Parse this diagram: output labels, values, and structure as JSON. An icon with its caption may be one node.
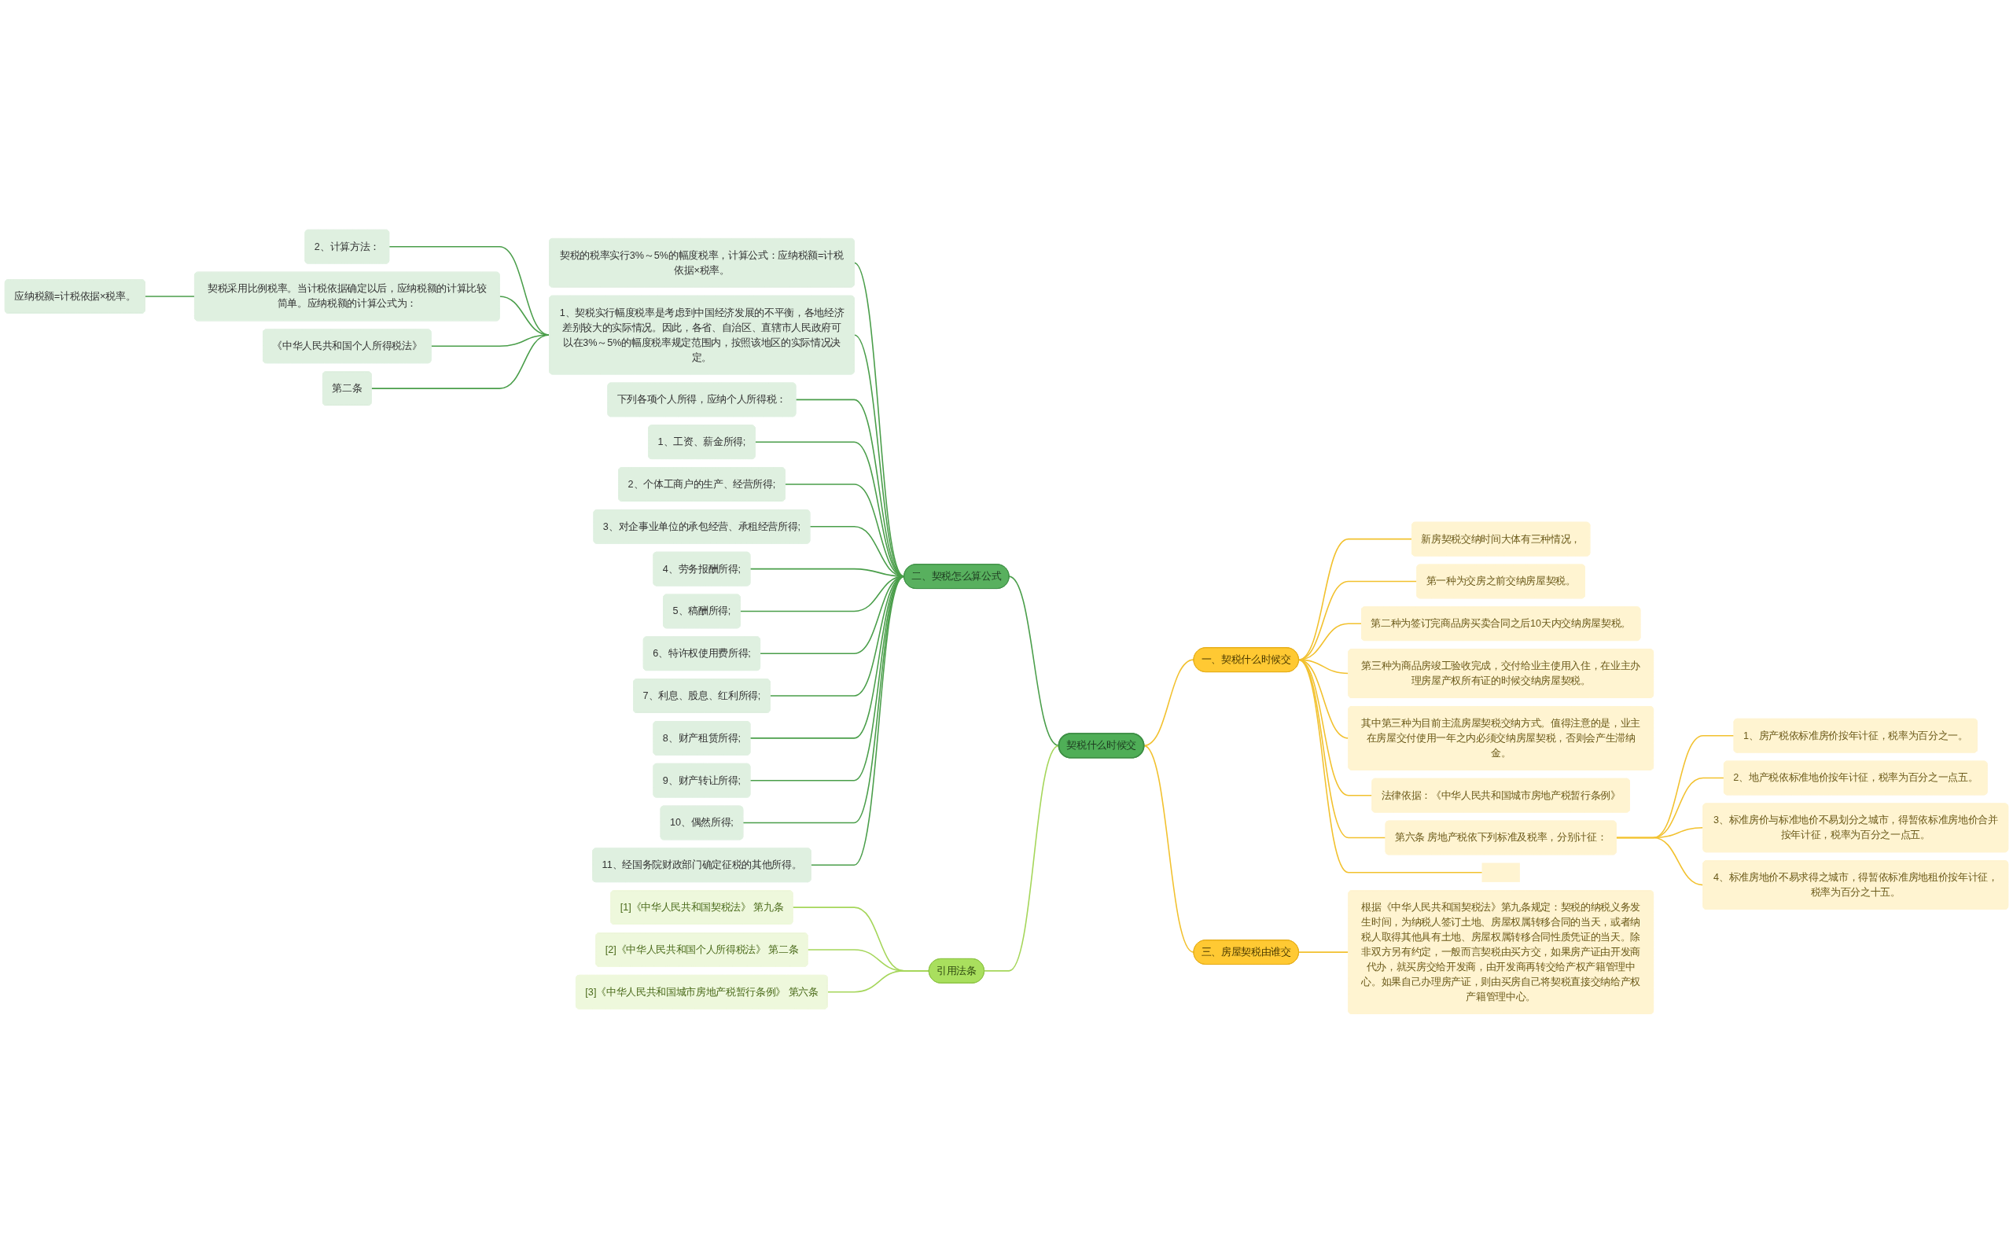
{
  "diagram": {
    "nodes": [
      {
        "text": [
          "契税什么时候交"
        ]
      },
      {
        "text": [
          "二、契税怎么算公式"
        ]
      },
      {
        "text": [
          "契税的税率实行3%～5%的幅度税率，计算公式：应纳税额=计税依据×税率。"
        ]
      },
      {
        "text": [
          "1、契税实行幅度税率是考虑到中国经济发展的不平衡，各地经济差别较大的实际情况。因此，各省、自治区、直辖市人民政府可以在3%～5%的幅度税率规定范围内，按照该地区的实际情况决定。"
        ]
      },
      {
        "text": [
          "2、计算方法："
        ]
      },
      {
        "text": [
          "契税采用比例税率。当计税依据确定以后，应纳税额的计算比较简单。应纳税额的计算公式为："
        ]
      },
      {
        "text": [
          "应纳税额=计税依据×税率。"
        ]
      },
      {
        "text": [
          "《中华人民共和国个人所得税法》"
        ]
      },
      {
        "text": [
          "第二条"
        ]
      },
      {
        "text": [
          "下列各项个人所得，应纳个人所得税："
        ]
      },
      {
        "text": [
          "1、工资、薪金所得;"
        ]
      },
      {
        "text": [
          "2、个体工商户的生产、经营所得;"
        ]
      },
      {
        "text": [
          "3、对企事业单位的承包经营、承租经营所得;"
        ]
      },
      {
        "text": [
          "4、劳务报酬所得;"
        ]
      },
      {
        "text": [
          "5、稿酬所得;"
        ]
      },
      {
        "text": [
          "6、特许权使用费所得;"
        ]
      },
      {
        "text": [
          "7、利息、股息、红利所得;"
        ]
      },
      {
        "text": [
          "8、财产租赁所得;"
        ]
      },
      {
        "text": [
          "9、财产转让所得;"
        ]
      },
      {
        "text": [
          "10、偶然所得;"
        ]
      },
      {
        "text": [
          "11、经国务院财政部门确定征税的其他所得。"
        ]
      },
      {
        "text": [
          "引用法条"
        ]
      },
      {
        "text": [
          "[1]《中华人民共和国契税法》 第九条"
        ]
      },
      {
        "text": [
          "[2]《中华人民共和国个人所得税法》 第二条"
        ]
      },
      {
        "text": [
          "[3]《中华人民共和国城市房地产税暂行条例》 第六条"
        ]
      },
      {
        "text": [
          "一、契税什么时候交"
        ]
      },
      {
        "text": [
          "新房契税交纳时间大体有三种情况，"
        ]
      },
      {
        "text": [
          "第一种为交房之前交纳房屋契税。"
        ]
      },
      {
        "text": [
          "第二种为签订完商品房买卖合同之后10天内交纳房屋契税。"
        ]
      },
      {
        "text": [
          "第三种为商品房竣工验收完成，交付给业主使用入住，在业主办理房屋产权所有证的时候交纳房屋契税。"
        ]
      },
      {
        "text": [
          "其中第三种为目前主流房屋契税交纳方式。值得注意的是，业主在房屋交付使用一年之内必须交纳房屋契税，否则会产生滞纳金。"
        ]
      },
      {
        "text": [
          "法律依据：《中华人民共和国城市房地产税暂行条例》"
        ]
      },
      {
        "text": [
          "第六条 房地产税依下列标准及税率，分别计征："
        ]
      },
      {
        "text": [
          "1、房产税依标准房价按年计征，税率为百分之一。"
        ]
      },
      {
        "text": [
          "2、地产税依标准地价按年计征，税率为百分之一点五。"
        ]
      },
      {
        "text": [
          "3、标准房价与标准地价不易划分之城市，得暂依标准房地价合并按年计征，税率为百分之一点五。"
        ]
      },
      {
        "text": [
          "4、标准房地价不易求得之城市，得暂依标准房地租价按年计征，税率为百分之十五。"
        ]
      },
      {
        "text": [],
        "shape": "box"
      },
      {
        "text": [
          "三、房屋契税由谁交"
        ]
      },
      {
        "text": [
          "根据《中华人民共和国契税法》第九条规定：契税的纳税义务发生时间，为纳税人签订土地、房屋权属转移合同的当天，或者纳税人取得其他具有土地、房屋权属转移合同性质凭证的当天。除非双方另有约定，一般而言契税由买方交，如果房产证由开发商代办，就买房交给开发商，由开发商再转交给产权产籍管理中心。如果自己办理房产证，则由买房自己将契税直接交纳给产权产籍管理中心。"
        ]
      }
    ],
    "edges": [
      {
        "from": 0,
        "to": 1,
        "arrow": "none"
      },
      {
        "from": 1,
        "to": 2,
        "arrow": "none"
      },
      {
        "from": 1,
        "to": 3,
        "arrow": "none"
      },
      {
        "from": 3,
        "to": 4,
        "arrow": "none"
      },
      {
        "from": 3,
        "to": 5,
        "arrow": "none"
      },
      {
        "from": 5,
        "to": 6,
        "arrow": "none"
      },
      {
        "from": 3,
        "to": 7,
        "arrow": "none"
      },
      {
        "from": 3,
        "to": 8,
        "arrow": "none"
      },
      {
        "from": 1,
        "to": 9,
        "arrow": "none"
      },
      {
        "from": 1,
        "to": 10,
        "arrow": "none"
      },
      {
        "from": 1,
        "to": 11,
        "arrow": "none"
      },
      {
        "from": 1,
        "to": 12,
        "arrow": "none"
      },
      {
        "from": 1,
        "to": 13,
        "arrow": "none"
      },
      {
        "from": 1,
        "to": 14,
        "arrow": "none"
      },
      {
        "from": 1,
        "to": 15,
        "arrow": "none"
      },
      {
        "from": 1,
        "to": 16,
        "arrow": "none"
      },
      {
        "from": 1,
        "to": 17,
        "arrow": "none"
      },
      {
        "from": 1,
        "to": 18,
        "arrow": "none"
      },
      {
        "from": 1,
        "to": 19,
        "arrow": "none"
      },
      {
        "from": 1,
        "to": 20,
        "arrow": "none"
      },
      {
        "from": 0,
        "to": 21,
        "arrow": "none",
        "color": "#a5d65a"
      },
      {
        "from": 21,
        "to": 22,
        "arrow": "none",
        "color": "#a5d65a"
      },
      {
        "from": 21,
        "to": 23,
        "arrow": "none",
        "color": "#a5d65a"
      },
      {
        "from": 21,
        "to": 24,
        "arrow": "none",
        "color": "#a5d65a"
      },
      {
        "from": 0,
        "to": 25,
        "arrow": "none",
        "color": "#f2c12e"
      },
      {
        "from": 25,
        "to": 26,
        "arrow": "none",
        "color": "#f2c12e"
      },
      {
        "from": 25,
        "to": 27,
        "arrow": "none",
        "color": "#f2c12e"
      },
      {
        "from": 25,
        "to": 28,
        "arrow": "none",
        "color": "#f2c12e"
      },
      {
        "from": 25,
        "to": 29,
        "arrow": "none",
        "color": "#f2c12e"
      },
      {
        "from": 25,
        "to": 30,
        "arrow": "none",
        "color": "#f2c12e"
      },
      {
        "from": 25,
        "to": 31,
        "arrow": "none",
        "color": "#f2c12e"
      },
      {
        "from": 25,
        "to": 32,
        "arrow": "none",
        "color": "#f2c12e"
      },
      {
        "from": 32,
        "to": 33,
        "arrow": "none",
        "color": "#f2c12e"
      },
      {
        "from": 32,
        "to": 34,
        "arrow": "none",
        "color": "#f2c12e"
      },
      {
        "from": 32,
        "to": 35,
        "arrow": "none",
        "color": "#f2c12e"
      },
      {
        "from": 32,
        "to": 36,
        "arrow": "none",
        "color": "#f2c12e"
      },
      {
        "from": 25,
        "to": 37,
        "arrow": "none",
        "color": "#f2c12e"
      },
      {
        "from": 0,
        "to": 38,
        "arrow": "none",
        "color": "#f2c12e"
      },
      {
        "from": 38,
        "to": 39,
        "arrow": "none",
        "color": "#f2c12e"
      }
    ]
  }
}
